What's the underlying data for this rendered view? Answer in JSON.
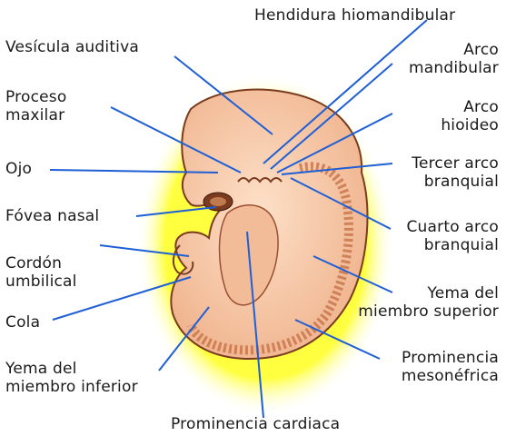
{
  "labels": {
    "hendidura_hiomandibular": "Hendidura hiomandibular",
    "vesicula_auditiva": "Vesícula auditiva",
    "arco_mandibular": [
      "Arco",
      "mandibular"
    ],
    "proceso_maxilar": [
      "Proceso",
      "maxilar"
    ],
    "arco_hioideo": [
      "Arco",
      "hioideo"
    ],
    "ojo": "Ojo",
    "tercer_arco_branquial": [
      "Tercer arco",
      "branquial"
    ],
    "fovea_nasal": "Fóvea nasal",
    "cuarto_arco_branquial": [
      "Cuarto arco",
      "branquial"
    ],
    "cordon_umbilical": [
      "Cordón",
      "umbilical"
    ],
    "yema_miembro_superior": [
      "Yema del",
      "miembro superior"
    ],
    "cola": "Cola",
    "prominencia_mesonefrica": [
      "Prominencia",
      "mesonéfrica"
    ],
    "yema_miembro_inferior": [
      "Yema del",
      "miembro inferior"
    ],
    "prominencia_cardiaca": "Prominencia cardiaca"
  },
  "colors": {
    "leader_line": "#1f5fd6",
    "glow": "#ffff3a",
    "embryo_fill": "#f6c9a8",
    "embryo_outline": "#7a3b1e"
  }
}
